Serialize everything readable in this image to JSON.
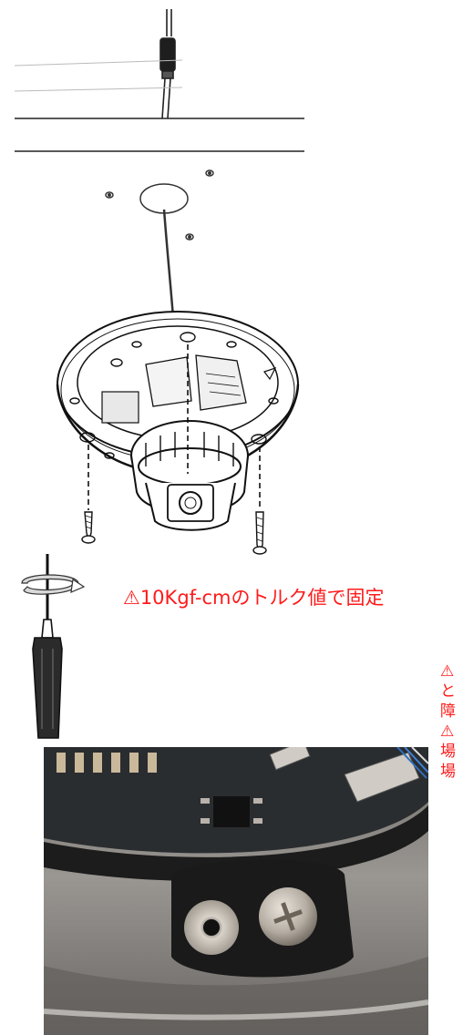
{
  "torque_caption": "⚠10Kgf-cmのトルク値で固定",
  "side_notes": [
    "⚠",
    "と",
    "障",
    "⚠",
    "場",
    "場"
  ],
  "colors": {
    "warning_text": "#ff1a1a",
    "line_art": "#222222",
    "photo_board": "#2a2d30",
    "photo_housing": "#8d8a86"
  },
  "icons": [
    "warning-icon",
    "screwdriver-icon",
    "rotation-arrow-icon",
    "screw-icon"
  ]
}
